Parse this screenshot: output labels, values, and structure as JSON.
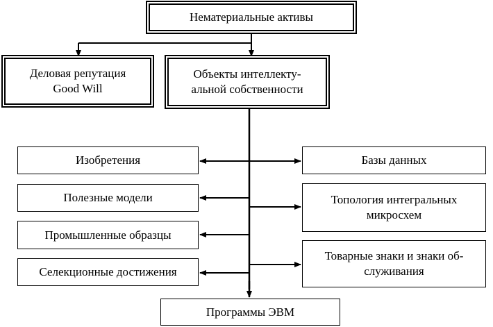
{
  "diagram": {
    "root": "Нематериальные активы",
    "goodwill": {
      "line1": "Деловая репутация",
      "line2": "Good Will"
    },
    "ip": {
      "line1": "Объекты интеллекту-",
      "line2": "альной собственности"
    },
    "left_items": [
      "Изобретения",
      "Полезные модели",
      "Промышленные образцы",
      "Селекционные достижения"
    ],
    "right_items": [
      {
        "line1": "Базы данных",
        "line2": ""
      },
      {
        "line1": "Топология интегральных",
        "line2": "микросхем"
      },
      {
        "line1": "Товарные знаки и знаки об-",
        "line2": "служивания"
      }
    ],
    "bottom_item": "Программы ЭВМ"
  }
}
